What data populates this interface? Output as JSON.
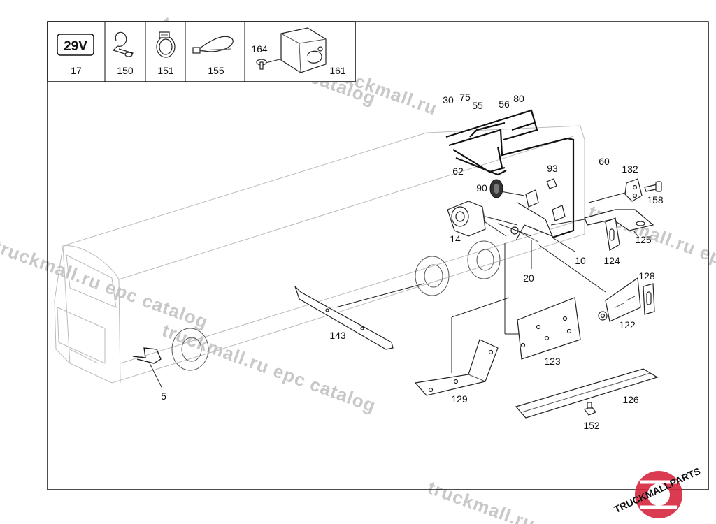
{
  "legend": {
    "badge_text": "29V",
    "items": [
      {
        "label": "17",
        "icon": "voltage-badge-icon"
      },
      {
        "label": "150",
        "icon": "p-clip-icon"
      },
      {
        "label": "151",
        "icon": "hose-clamp-icon"
      },
      {
        "label": "155",
        "icon": "cable-tie-icon"
      },
      {
        "label_a": "164",
        "label_b": "161",
        "icon": "connector-housing-icon"
      }
    ]
  },
  "callouts": {
    "c30": "30",
    "c75": "75",
    "c55": "55",
    "c56": "56",
    "c80": "80",
    "c62": "62",
    "c60": "60",
    "c93": "93",
    "c90": "90",
    "c132": "132",
    "c158": "158",
    "c14": "14",
    "c125": "125",
    "c10": "10",
    "c124": "124",
    "c20": "20",
    "c128": "128",
    "c143": "143",
    "c122": "122",
    "c123": "123",
    "c5": "5",
    "c129": "129",
    "c126": "126",
    "c152": "152"
  },
  "watermarks": {
    "text_catalog": "truckmall.ru epc catalog",
    "text_short": "truckmall.ru",
    "brand_name": "TRUCKMALLPARTS"
  },
  "colors": {
    "brand_red": "#d7263d",
    "frame": "#111111"
  }
}
